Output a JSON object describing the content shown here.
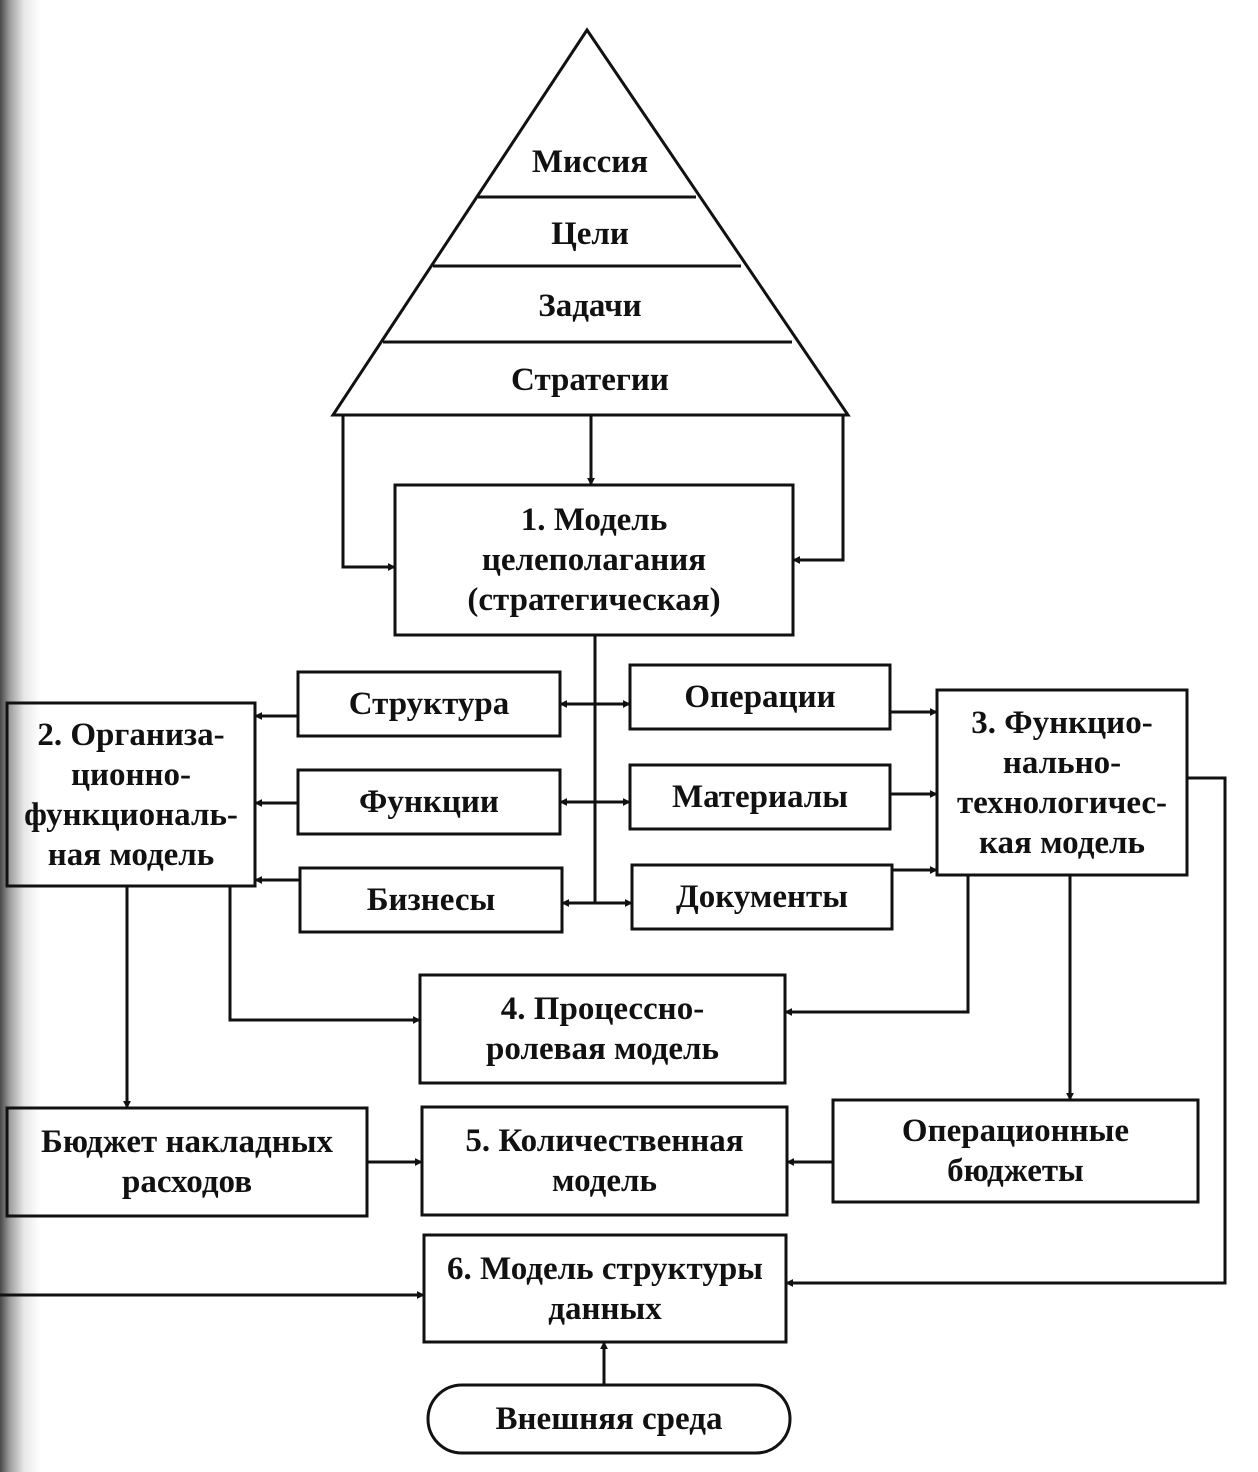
{
  "pyramid": {
    "levels": [
      "Миссия",
      "Цели",
      "Задачи",
      "Стратегии"
    ]
  },
  "models": {
    "m1": "1. Модель\nцелеполагания\n(стратегическая)",
    "m2": "2. Организа-\nционно-\nфункциональ-\nная модель",
    "m3": "3. Функцио-\nнально-\nтехнологичес-\nкая модель",
    "m4": "4. Процессно-\nролевая модель",
    "m5": "5. Количественная\nмодель",
    "m6": "6. Модель структуры\nданных"
  },
  "left_items": [
    "Структура",
    "Функции",
    "Бизнесы"
  ],
  "right_items": [
    "Операции",
    "Материалы",
    "Документы"
  ],
  "budgets": {
    "overhead": "Бюджет накладных\nрасходов",
    "operational": "Операционные\nбюджеты"
  },
  "environment": "Внешняя среда"
}
